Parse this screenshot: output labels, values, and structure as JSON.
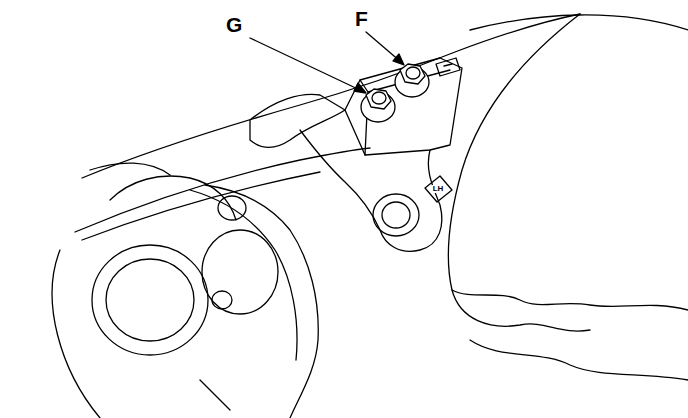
{
  "diagram": {
    "labels": [
      "G",
      "F",
      "LH"
    ]
  }
}
